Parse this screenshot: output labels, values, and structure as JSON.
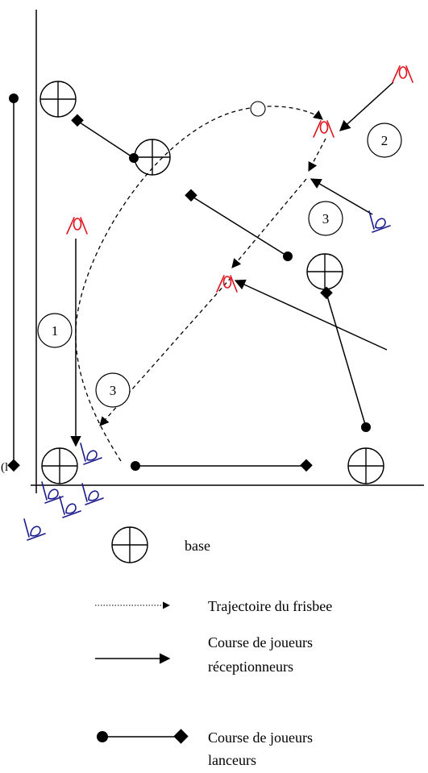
{
  "diagram": {
    "zone_numbers": [
      "1",
      "2",
      "3",
      "3"
    ],
    "edge_text": "(l"
  },
  "legend": {
    "base": "base",
    "frisbee": "Trajectoire du frisbee",
    "receivers_line1": "Course de joueurs",
    "receivers_line2": "réceptionneurs",
    "throwers_line1": "Course de joueurs",
    "throwers_line2": "lanceurs"
  },
  "colors": {
    "receivers_glyph": "#e0141e",
    "throwers_glyph": "#1c1c8c",
    "lines": "#000000"
  }
}
